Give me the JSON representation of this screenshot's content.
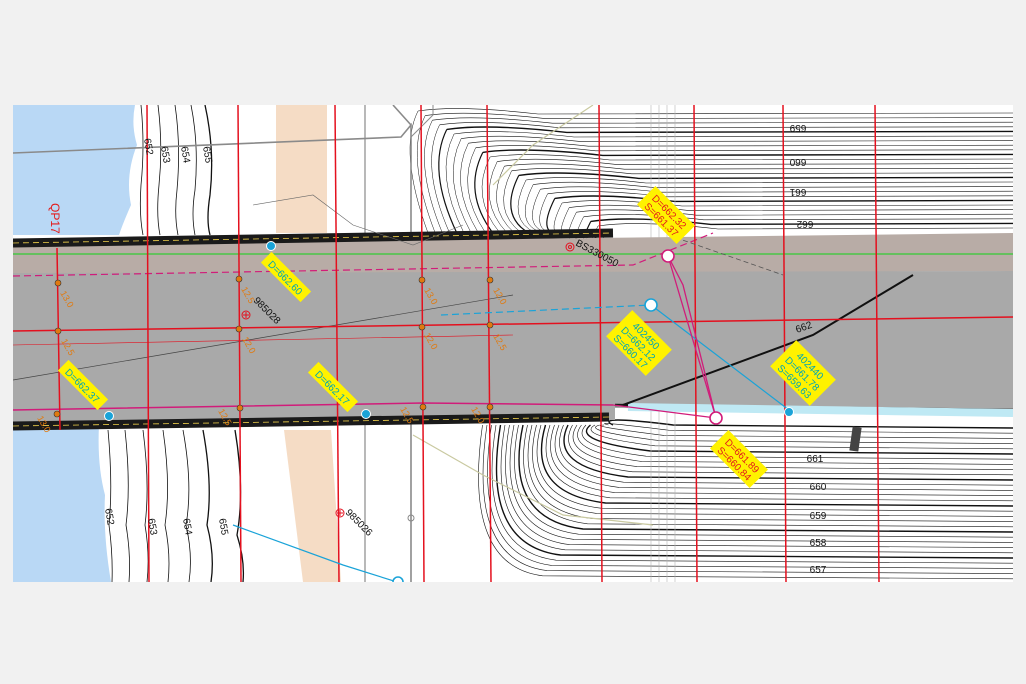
{
  "map": {
    "colors": {
      "water": "#b9d8f5",
      "road_fill": "#a9a9a9",
      "road_band": "#b8aca6",
      "embankment": "#f5dcc5",
      "grid_red": "#e4101e",
      "contour": "#111111",
      "pipe_magenta": "#d11c7a",
      "pipe_cyan": "#1aa3d8",
      "label_bg": "#fff200",
      "label_green": "#00a6b4",
      "label_red": "#e31b1b",
      "station_orange": "#e07a10",
      "edge_green": "#33cc33"
    },
    "section_label": "QP17",
    "contours": {
      "west": [
        {
          "text": "652",
          "rot": 80
        },
        {
          "text": "653",
          "rot": 80
        },
        {
          "text": "654",
          "rot": 80
        },
        {
          "text": "655",
          "rot": 80
        }
      ],
      "southwest": [
        {
          "text": "652",
          "rot": 80
        },
        {
          "text": "653",
          "rot": 80
        },
        {
          "text": "654",
          "rot": 80
        },
        {
          "text": "655",
          "rot": 80
        }
      ],
      "north": [
        {
          "text": "659",
          "rot": 180
        },
        {
          "text": "660",
          "rot": 180
        },
        {
          "text": "661",
          "rot": 180
        },
        {
          "text": "662",
          "rot": 180
        }
      ],
      "south": [
        {
          "text": "661",
          "rot": 0
        },
        {
          "text": "660",
          "rot": 0
        },
        {
          "text": "659",
          "rot": 0
        },
        {
          "text": "658",
          "rot": 0
        },
        {
          "text": "657",
          "rot": 0
        }
      ],
      "road_diag": {
        "text": "662",
        "rot": -20
      }
    },
    "survey_points": [
      {
        "id": "BS330050"
      },
      {
        "id": "985028"
      },
      {
        "id": "985026"
      }
    ],
    "labels_single": [
      {
        "text": "D=662.60"
      },
      {
        "text": "D=662.37"
      },
      {
        "text": "D=662.17"
      }
    ],
    "labels_triple": [
      {
        "id": "402450",
        "d": "D=662.12",
        "s": "S=660.17"
      },
      {
        "id": "402440",
        "d": "D=661.78",
        "s": "S=659.63"
      }
    ],
    "labels_double": [
      {
        "d": "D=662.32",
        "s": "S=661.37"
      },
      {
        "d": "D=661.89",
        "s": "S=660.84"
      }
    ],
    "stations": [
      {
        "text": "13.0"
      },
      {
        "text": "12.5"
      },
      {
        "text": "13.0"
      },
      {
        "text": "12.5"
      },
      {
        "text": "12.0"
      },
      {
        "text": "12.5"
      },
      {
        "text": "13.0"
      },
      {
        "text": "12.0"
      },
      {
        "text": "12.5"
      },
      {
        "text": "12.0"
      },
      {
        "text": "12.5"
      },
      {
        "text": "12.0"
      }
    ]
  }
}
